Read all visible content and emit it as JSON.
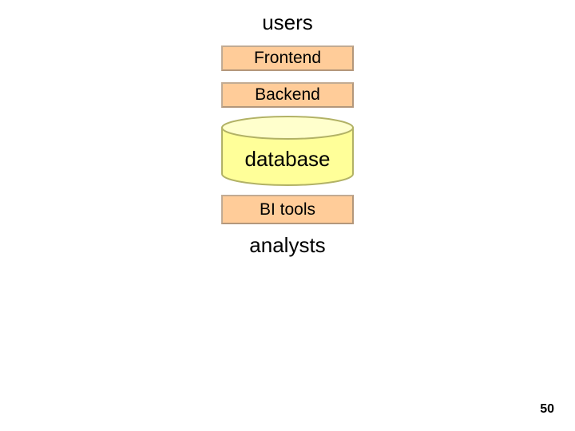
{
  "slide": {
    "background": "#ffffff",
    "page_number": "50"
  },
  "diagram": {
    "top_label": "users",
    "layers": [
      {
        "type": "box",
        "label": "Frontend"
      },
      {
        "type": "box",
        "label": "Backend"
      },
      {
        "type": "cylinder",
        "label": "database"
      },
      {
        "type": "box",
        "label": "BI tools"
      }
    ],
    "bottom_label": "analysts",
    "colors": {
      "box_fill": "#ffcc99",
      "box_border": "#b3977b",
      "cylinder_fill": "#ffff99",
      "cylinder_top_fill": "#ffffcc",
      "cylinder_border": "#b2b266",
      "text": "#000000"
    }
  }
}
